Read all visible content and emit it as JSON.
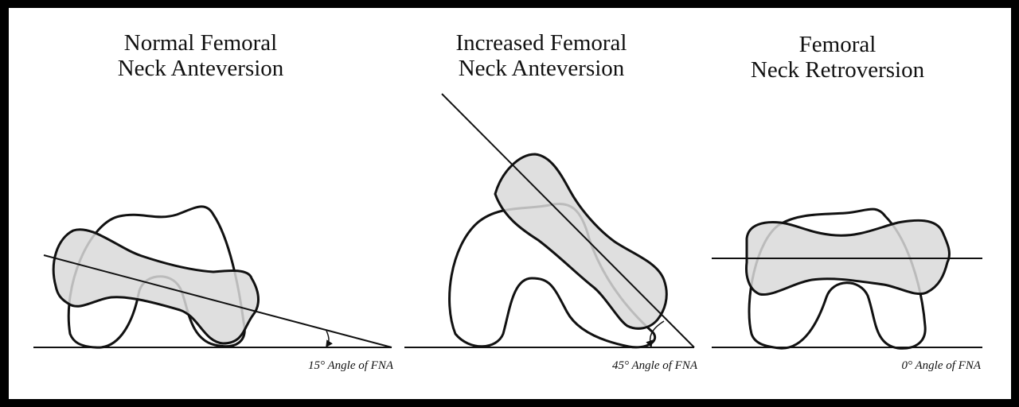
{
  "panels": [
    {
      "title_line1": "Normal Femoral",
      "title_line2": "Neck Anteversion",
      "caption": "15° Angle of FNA",
      "angle_deg": 15
    },
    {
      "title_line1": "Increased Femoral",
      "title_line2": "Neck Anteversion",
      "caption": "45° Angle of FNA",
      "angle_deg": 45
    },
    {
      "title_line1": "Femoral",
      "title_line2": "Neck Retroversion",
      "caption": "0° Angle of FNA",
      "angle_deg": 0
    }
  ],
  "colors": {
    "border": "#000000",
    "background": "#ffffff",
    "neck_fill": "#d9d9d9",
    "stroke": "#111111"
  }
}
